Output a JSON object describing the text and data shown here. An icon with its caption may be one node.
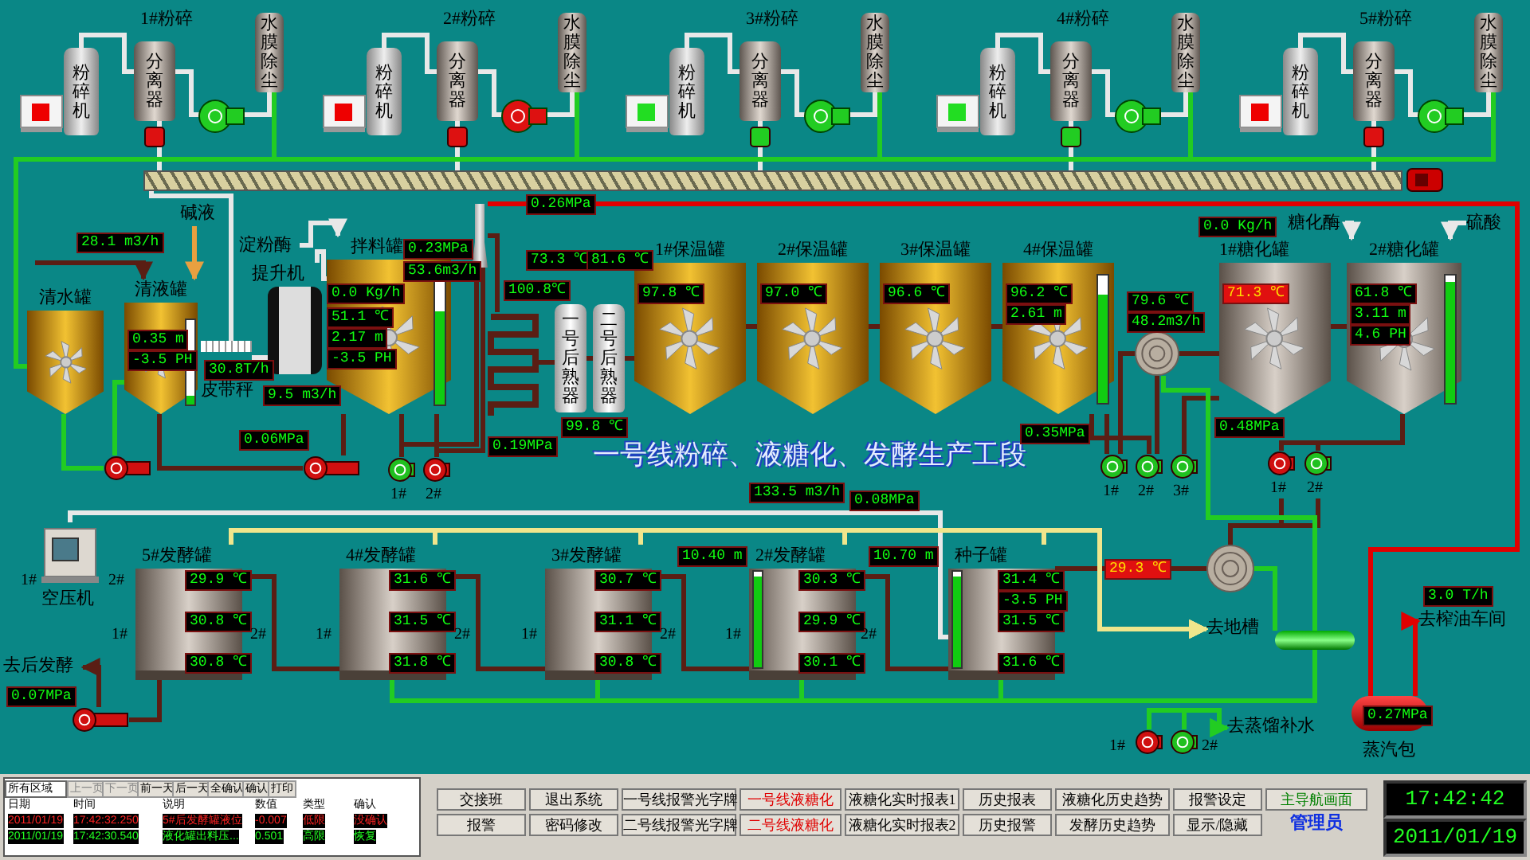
{
  "diagram": {
    "title": "一号线粉碎、液糖化、发酵生产工段",
    "nodes": [
      {
        "text": [
          "粉碎机"
        ]
      },
      {
        "text": [
          "分离器"
        ]
      },
      {
        "text": [
          "水膜除尘"
        ]
      },
      {
        "text": [
          "粉碎机"
        ]
      },
      {
        "text": [
          "分离器"
        ]
      },
      {
        "text": [
          "水膜除尘"
        ]
      },
      {
        "text": [
          "粉碎机"
        ]
      },
      {
        "text": [
          "分离器"
        ]
      },
      {
        "text": [
          "水膜除尘"
        ]
      },
      {
        "text": [
          "粉碎机"
        ]
      },
      {
        "text": [
          "分离器"
        ]
      },
      {
        "text": [
          "水膜除尘"
        ]
      },
      {
        "text": [
          "粉碎机"
        ]
      },
      {
        "text": [
          "分离器"
        ]
      },
      {
        "text": [
          "水膜除尘"
        ]
      },
      {
        "text": [],
        "shape": "bar"
      },
      {
        "text": [
          "清水罐"
        ]
      },
      {
        "text": [
          "清液罐"
        ]
      },
      {
        "text": [
          "提升机"
        ]
      },
      {
        "text": [
          "皮带秤"
        ]
      },
      {
        "text": [
          "拌料罐"
        ]
      },
      {
        "text": [],
        "shape": "picture"
      },
      {
        "text": [],
        "shape": "picture"
      },
      {
        "text": [
          "一号后熟器"
        ]
      },
      {
        "text": [
          "二号后熟器"
        ]
      },
      {
        "text": [
          "1#保温罐"
        ]
      },
      {
        "text": [
          "2#保温罐"
        ]
      },
      {
        "text": [
          "3#保温罐"
        ]
      },
      {
        "text": [
          "4#保温罐"
        ]
      },
      {
        "text": [],
        "shape": "circle"
      },
      {
        "text": [
          "1#糖化罐"
        ]
      },
      {
        "text": [
          "2#糖化罐"
        ]
      },
      {
        "text": [],
        "shape": "picture"
      },
      {
        "text": [],
        "shape": "picture"
      },
      {
        "text": [
          "1#"
        ]
      },
      {
        "text": [
          "2#"
        ]
      },
      {
        "text": [
          "1#"
        ]
      },
      {
        "text": [
          "2#"
        ]
      },
      {
        "text": [
          "3#"
        ]
      },
      {
        "text": [
          "1#"
        ]
      },
      {
        "text": [
          "2#"
        ]
      },
      {
        "text": [
          "空压机"
        ]
      },
      {
        "text": [
          "5#发酵罐"
        ]
      },
      {
        "text": [
          "4#发酵罐"
        ]
      },
      {
        "text": [
          "3#发酵罐"
        ]
      },
      {
        "text": [
          "2#发酵罐"
        ]
      },
      {
        "text": [
          "种子罐"
        ]
      },
      {
        "text": [],
        "shape": "picture"
      },
      {
        "text": [],
        "shape": "circle"
      },
      {
        "text": [
          "去地槽"
        ]
      },
      {
        "text": [],
        "shape": "cylinder"
      },
      {
        "text": [
          "蒸汽包"
        ]
      },
      {
        "text": [
          "去榨油车间"
        ]
      },
      {
        "text": [
          "1#"
        ]
      },
      {
        "text": [
          "2#"
        ]
      },
      {
        "text": [
          "去蒸馏补水"
        ]
      },
      {
        "text": [
          "去后发酵"
        ]
      },
      {
        "text": [
          "碱液"
        ]
      },
      {
        "text": [
          "淀粉酶"
        ]
      },
      {
        "text": [
          "糖化酶"
        ]
      },
      {
        "text": [
          "硫酸"
        ]
      }
    ],
    "edges": [
      {
        "from": 0,
        "to": 1,
        "arrow": "none",
        "color": "#e8e8e8"
      },
      {
        "from": 1,
        "to": 2,
        "arrow": "none",
        "color": "#e8e8e8"
      },
      {
        "from": 1,
        "to": 15,
        "arrow": "none",
        "color": "#e8e8e8"
      },
      {
        "from": 2,
        "to": 16,
        "arrow": "none",
        "color": "#22cc22"
      },
      {
        "from": 3,
        "to": 4,
        "arrow": "none",
        "color": "#e8e8e8"
      },
      {
        "from": 4,
        "to": 5,
        "arrow": "none",
        "color": "#e8e8e8"
      },
      {
        "from": 4,
        "to": 15,
        "arrow": "none",
        "color": "#e8e8e8"
      },
      {
        "from": 5,
        "to": 16,
        "arrow": "none",
        "color": "#22cc22"
      },
      {
        "from": 6,
        "to": 7,
        "arrow": "none",
        "color": "#e8e8e8"
      },
      {
        "from": 7,
        "to": 8,
        "arrow": "none",
        "color": "#e8e8e8"
      },
      {
        "from": 7,
        "to": 15,
        "arrow": "none",
        "color": "#e8e8e8"
      },
      {
        "from": 8,
        "to": 16,
        "arrow": "none",
        "color": "#22cc22"
      },
      {
        "from": 9,
        "to": 10,
        "arrow": "none",
        "color": "#e8e8e8"
      },
      {
        "from": 10,
        "to": 11,
        "arrow": "none",
        "color": "#e8e8e8"
      },
      {
        "from": 10,
        "to": 15,
        "arrow": "none",
        "color": "#e8e8e8"
      },
      {
        "from": 11,
        "to": 16,
        "arrow": "none",
        "color": "#22cc22"
      },
      {
        "from": 12,
        "to": 13,
        "arrow": "none",
        "color": "#e8e8e8"
      },
      {
        "from": 13,
        "to": 14,
        "arrow": "none",
        "color": "#e8e8e8"
      },
      {
        "from": 13,
        "to": 15,
        "arrow": "none",
        "color": "#e8e8e8"
      },
      {
        "from": 14,
        "to": 16,
        "arrow": "none",
        "color": "#22cc22"
      },
      {
        "from": 15,
        "to": 19,
        "arrow": "none",
        "color": "#e8e8e8"
      },
      {
        "from": 19,
        "to": 18,
        "arrow": "none",
        "color": "#e8e8e8"
      },
      {
        "from": 18,
        "to": 20,
        "arrow": "none",
        "color": "#e8e8e8"
      },
      {
        "from": null,
        "to": 17,
        "arrow": "to"
      },
      {
        "from": 57,
        "to": 17,
        "arrow": "to",
        "color": "#e8a040"
      },
      {
        "from": 58,
        "to": 20,
        "arrow": "to",
        "color": "#e8e8e8"
      },
      {
        "from": 16,
        "to": 32,
        "arrow": "none",
        "color": "#22cc22"
      },
      {
        "from": 32,
        "to": 17,
        "arrow": "none",
        "color": "#22cc22"
      },
      {
        "from": 17,
        "to": 33,
        "arrow": "none"
      },
      {
        "from": 33,
        "to": 20,
        "arrow": "none"
      },
      {
        "from": 20,
        "to": 34,
        "arrow": "none"
      },
      {
        "from": 20,
        "to": 35,
        "arrow": "none"
      },
      {
        "from": 34,
        "to": 21,
        "arrow": "none"
      },
      {
        "from": 35,
        "to": 21,
        "arrow": "none"
      },
      {
        "from": 51,
        "to": 21,
        "arrow": "none",
        "color": "#e00000"
      },
      {
        "from": 21,
        "to": 22,
        "arrow": "none"
      },
      {
        "from": 22,
        "to": 23,
        "arrow": "none"
      },
      {
        "from": 23,
        "to": 24,
        "arrow": "none"
      },
      {
        "from": 24,
        "to": 25,
        "arrow": "none"
      },
      {
        "from": 25,
        "to": 26,
        "arrow": "none"
      },
      {
        "from": 26,
        "to": 27,
        "arrow": "none"
      },
      {
        "from": 27,
        "to": 28,
        "arrow": "none"
      },
      {
        "from": 28,
        "to": 36,
        "arrow": "none"
      },
      {
        "from": 28,
        "to": 37,
        "arrow": "none"
      },
      {
        "from": 36,
        "to": 29,
        "arrow": "none"
      },
      {
        "from": 37,
        "to": 29,
        "arrow": "none"
      },
      {
        "from": 29,
        "to": 30,
        "arrow": "none"
      },
      {
        "from": 38,
        "to": 30,
        "arrow": "none"
      },
      {
        "from": 30,
        "to": 31,
        "arrow": "none"
      },
      {
        "from": 59,
        "to": 31,
        "arrow": "to",
        "color": "#e8e8e8"
      },
      {
        "from": 60,
        "to": 31,
        "arrow": "to",
        "color": "#e8e8e8"
      },
      {
        "from": 31,
        "to": 39,
        "arrow": "none"
      },
      {
        "from": 31,
        "to": 40,
        "arrow": "none"
      },
      {
        "from": 39,
        "to": 48,
        "arrow": "none"
      },
      {
        "from": 40,
        "to": 48,
        "arrow": "none"
      },
      {
        "from": 48,
        "to": 46,
        "arrow": "none"
      },
      {
        "from": 41,
        "to": 46,
        "arrow": "none",
        "color": "#e8e8e8"
      },
      {
        "from": 42,
        "to": 49,
        "arrow": "to",
        "color": "#f0e68c"
      },
      {
        "from": 43,
        "to": 49,
        "arrow": "to",
        "color": "#f0e68c"
      },
      {
        "from": 44,
        "to": 49,
        "arrow": "to",
        "color": "#f0e68c"
      },
      {
        "from": 45,
        "to": 49,
        "arrow": "to",
        "color": "#f0e68c"
      },
      {
        "from": 46,
        "to": 49,
        "arrow": "to",
        "color": "#f0e68c"
      },
      {
        "from": 42,
        "to": 43,
        "arrow": "none"
      },
      {
        "from": 43,
        "to": 44,
        "arrow": "none"
      },
      {
        "from": 44,
        "to": 45,
        "arrow": "none"
      },
      {
        "from": 45,
        "to": 46,
        "arrow": "none"
      },
      {
        "from": 42,
        "to": 47,
        "arrow": "none"
      },
      {
        "from": 47,
        "to": 56,
        "arrow": "to"
      },
      {
        "from": 29,
        "to": 50,
        "arrow": "none",
        "color": "#22cc22"
      },
      {
        "from": 48,
        "to": 50,
        "arrow": "none",
        "color": "#22cc22"
      },
      {
        "from": 50,
        "to": 43,
        "arrow": "none",
        "color": "#22cc22"
      },
      {
        "from": 50,
        "to": 44,
        "arrow": "none",
        "color": "#22cc22"
      },
      {
        "from": 50,
        "to": 45,
        "arrow": "none",
        "color": "#22cc22"
      },
      {
        "from": 50,
        "to": 46,
        "arrow": "none",
        "color": "#22cc22"
      },
      {
        "from": 53,
        "to": 55,
        "arrow": "to",
        "color": "#22cc22"
      },
      {
        "from": 54,
        "to": 55,
        "arrow": "to",
        "color": "#22cc22"
      },
      {
        "from": 51,
        "to": 52,
        "arrow": "to",
        "color": "#e00000"
      }
    ],
    "labels": [
      "1#粉碎",
      "2#粉碎",
      "3#粉碎",
      "4#粉碎",
      "5#粉碎",
      "28.1 m3/h",
      "0.35 m",
      "-3.5 PH",
      "30.8T/h",
      "0.0 Kg/h",
      "51.1 ℃",
      "2.17 m",
      "-3.5 PH",
      "9.5 m3/h",
      "0.06MPa",
      "0.23MPa",
      "53.6m3/h",
      "0.19MPa",
      "100.8℃",
      "99.8 ℃",
      "0.26MPa",
      "73.3 ℃",
      "81.6 ℃",
      "97.8 ℃",
      "97.0 ℃",
      "96.6 ℃",
      "96.2 ℃",
      "2.61 m",
      "79.6 ℃",
      "48.2m3/h",
      "0.35MPa",
      "71.3 ℃",
      "0.0 Kg/h",
      "61.8 ℃",
      "3.11 m",
      "4.6 PH",
      "0.48MPa",
      "133.5 m3/h",
      "0.08MPa",
      "1#",
      "2#",
      "29.9 ℃",
      "30.8 ℃",
      "1#",
      "2#",
      "30.8 ℃",
      "31.6 ℃",
      "31.5 ℃",
      "1#",
      "2#",
      "31.8 ℃",
      "30.7 ℃",
      "31.1 ℃",
      "1#",
      "2#",
      "30.8 ℃",
      "10.40 m",
      "30.3 ℃",
      "29.9 ℃",
      "1#",
      "2#",
      "30.1 ℃",
      "10.70 m",
      "31.4 ℃",
      "-3.5 PH",
      "31.5 ℃",
      "31.6 ℃",
      "29.3 ℃",
      "3.0 T/h",
      "0.07MPa",
      "0.27MPa",
      "所有区域",
      "上一页",
      "下一页",
      "前一天",
      "后一天",
      "全确认",
      "确认",
      "打印",
      "日期",
      "时间",
      "说明",
      "数值",
      "类型",
      "确认",
      "2011/01/19",
      "17:42:32.250",
      "5#后发酵罐液位",
      "-0.007",
      "低限",
      "没确认",
      "2011/01/19",
      "17:42:30.540",
      "液化罐出料压...",
      "0.501",
      "高限",
      "恢复",
      "交接班",
      "退出系统",
      "一号线报警光字牌",
      "一号线液糖化",
      "液糖化实时报表1",
      "历史报表",
      "液糖化历史趋势",
      "报警设定",
      "主导航画面",
      "报警",
      "密码修改",
      "二号线报警光字牌",
      "二号线液糖化",
      "液糖化实时报表2",
      "历史报警",
      "发酵历史趋势",
      "显示/隐藏",
      "管理员",
      "17:42:42",
      "2011/01/19"
    ]
  }
}
